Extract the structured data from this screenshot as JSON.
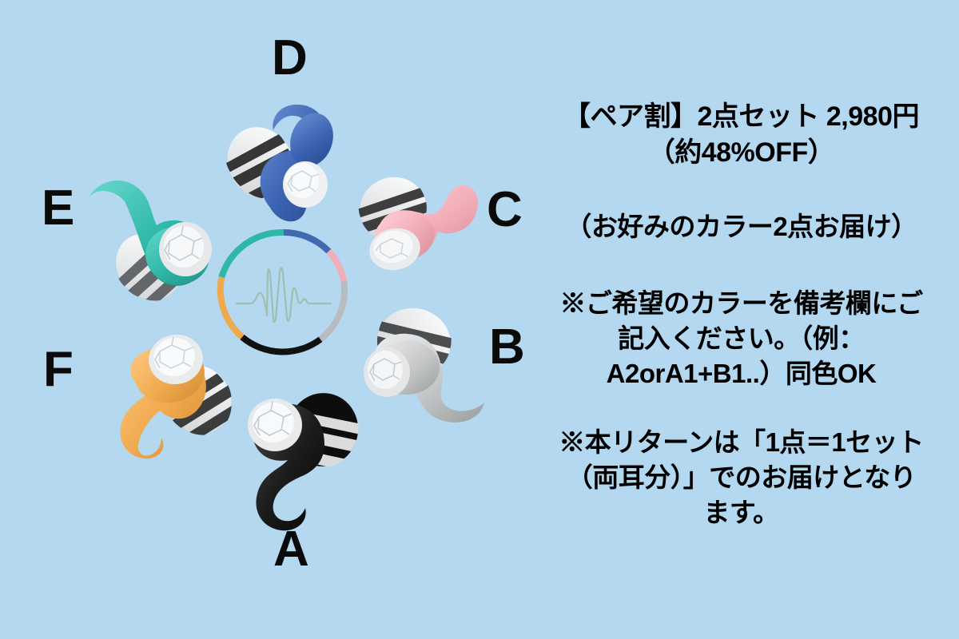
{
  "background_color": "#b3d8f0",
  "product": {
    "center_logo": {
      "name": "waveform-ring-logo",
      "waveform_color": "#9ab79a",
      "segments": [
        {
          "label": "D",
          "color": "#4169b0"
        },
        {
          "label": "C",
          "color": "#f2aeb8"
        },
        {
          "label": "B",
          "color": "#b9bcbe"
        },
        {
          "label": "A",
          "color": "#111111"
        },
        {
          "label": "F",
          "color": "#f0a94e"
        },
        {
          "label": "E",
          "color": "#2fb8a8"
        }
      ]
    },
    "items": [
      {
        "label": "A",
        "color_name": "black",
        "color": "#1c1c1c",
        "shade": "#050505",
        "light": "#4a4a4a"
      },
      {
        "label": "B",
        "color_name": "gray",
        "color": "#c6c8ca",
        "shade": "#9b9e9f",
        "light": "#e6e8ea"
      },
      {
        "label": "C",
        "color_name": "pink",
        "color": "#f2aeb8",
        "shade": "#d48c99",
        "light": "#ffd2d9"
      },
      {
        "label": "D",
        "color_name": "blue",
        "color": "#3a63b2",
        "shade": "#274a8c",
        "light": "#6d91d4"
      },
      {
        "label": "E",
        "color_name": "teal",
        "color": "#2fb8a8",
        "shade": "#1e8e82",
        "light": "#68d8cb"
      },
      {
        "label": "F",
        "color_name": "orange",
        "color": "#f0a94e",
        "shade": "#cf8a30",
        "light": "#ffc982"
      }
    ]
  },
  "text": {
    "price_line1": "【ペア割】2点セット 2,980円",
    "price_line2": "（約48%OFF）",
    "choose_line1": "（お好みのカラー2点お届け）",
    "note_line1": "※ご希望のカラーを備考欄にご",
    "note_line2": "記入ください。（例：",
    "note_line3": "A2orA1+B1..）同色OK",
    "return_line1": "※本リターンは「1点＝1セット",
    "return_line2": "（両耳分）」でのお届けとなり",
    "return_line3": "ます。"
  }
}
